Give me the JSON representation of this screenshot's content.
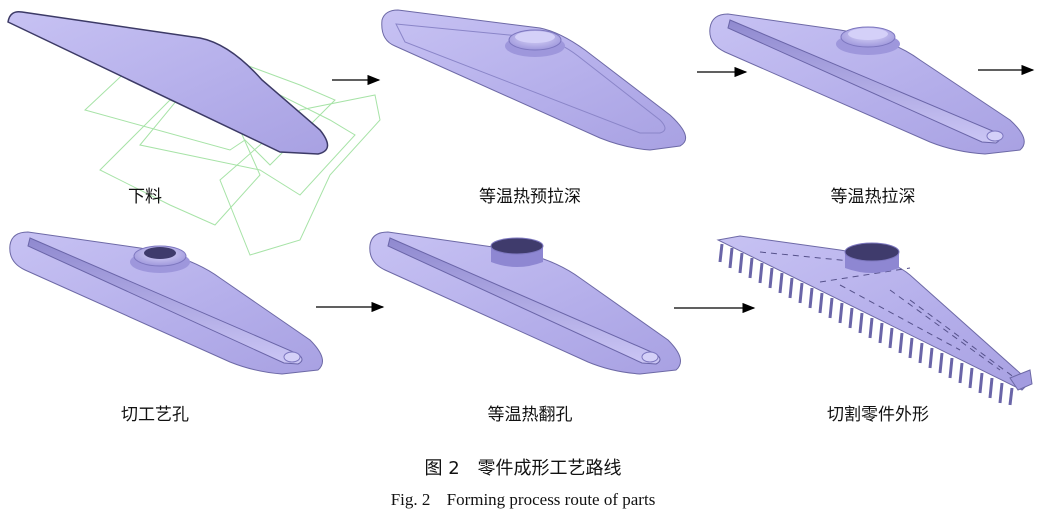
{
  "steps": [
    {
      "label": "下料"
    },
    {
      "label": "等温热预拉深"
    },
    {
      "label": "等温热拉深"
    },
    {
      "label": "切工艺孔"
    },
    {
      "label": "等温热翻孔"
    },
    {
      "label": "切割零件外形"
    }
  ],
  "caption": {
    "zh_figure": "图 2",
    "zh_title": "零件成形工艺路线",
    "en_figure": "Fig. 2",
    "en_title": "Forming process route of parts"
  },
  "colors": {
    "part_fill": "#b9b3ec",
    "part_edge": "#5b5890",
    "part_light": "#d6d2f6",
    "die_outline": "#9fe0a0",
    "arrow": "#000000"
  }
}
